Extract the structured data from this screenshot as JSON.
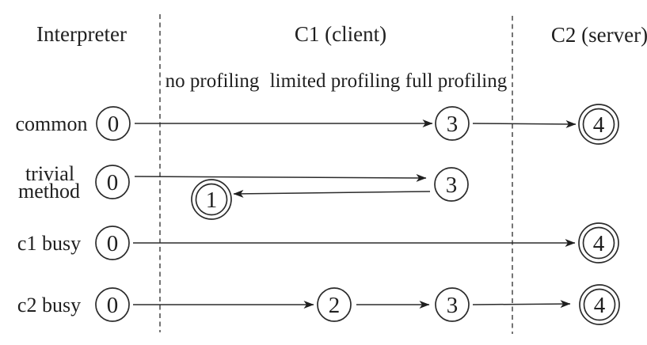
{
  "columns": {
    "interpreter": "Interpreter",
    "c1": "C1 (client)",
    "c2": "C2 (server)"
  },
  "profiling_levels": {
    "none": "no profiling",
    "limited": "limited profiling",
    "full": "full profiling"
  },
  "rows": {
    "common": "common",
    "trivial_line1": "trivial",
    "trivial_line2": "method",
    "c1_busy": "c1 busy",
    "c2_busy": "c2 busy"
  },
  "states": {
    "common_0": "0",
    "common_3": "3",
    "common_4": "4",
    "trivial_0": "0",
    "trivial_3": "3",
    "trivial_1": "1",
    "c1_busy_0": "0",
    "c1_busy_4": "4",
    "c2_busy_0": "0",
    "c2_busy_2": "2",
    "c2_busy_3": "3",
    "c2_busy_4": "4"
  },
  "final_states": [
    "common_4",
    "trivial_1",
    "c1_busy_4",
    "c2_busy_4"
  ],
  "transitions": {
    "common": [
      "0→3",
      "3→4"
    ],
    "trivial": [
      "0→3",
      "3→1"
    ],
    "c1_busy": [
      "0→4"
    ],
    "c2_busy": [
      "0→2",
      "2→3",
      "3→4"
    ]
  },
  "colors": {
    "ink": "#2b2b2b",
    "background": "#ffffff"
  }
}
